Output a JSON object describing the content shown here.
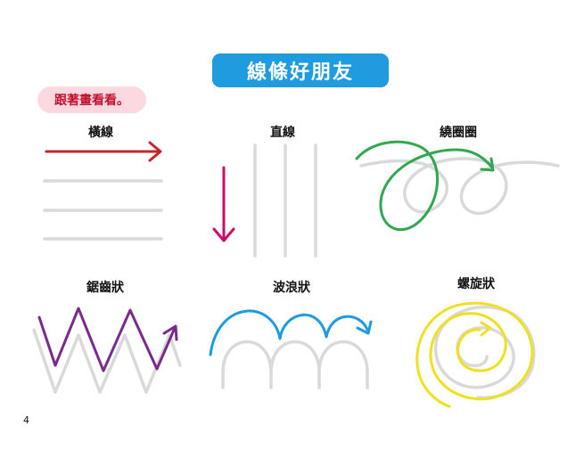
{
  "title": "線條好朋友",
  "instruction": "跟著畫看看。",
  "exercises": [
    {
      "label": "橫線",
      "icon": "horizontal-lines-icon",
      "color": "#c1272d"
    },
    {
      "label": "直線",
      "icon": "vertical-lines-icon",
      "color": "#cc0a6a"
    },
    {
      "label": "繞圈圈",
      "icon": "loops-icon",
      "color": "#2fa84f"
    },
    {
      "label": "鋸齒狀",
      "icon": "zigzag-icon",
      "color": "#7a2a8c"
    },
    {
      "label": "波浪狀",
      "icon": "waves-icon",
      "color": "#1e9be0"
    },
    {
      "label": "螺旋狀",
      "icon": "spiral-icon",
      "color": "#f0e020"
    }
  ],
  "trace_color": "#d9d9d9",
  "page_number": "4"
}
